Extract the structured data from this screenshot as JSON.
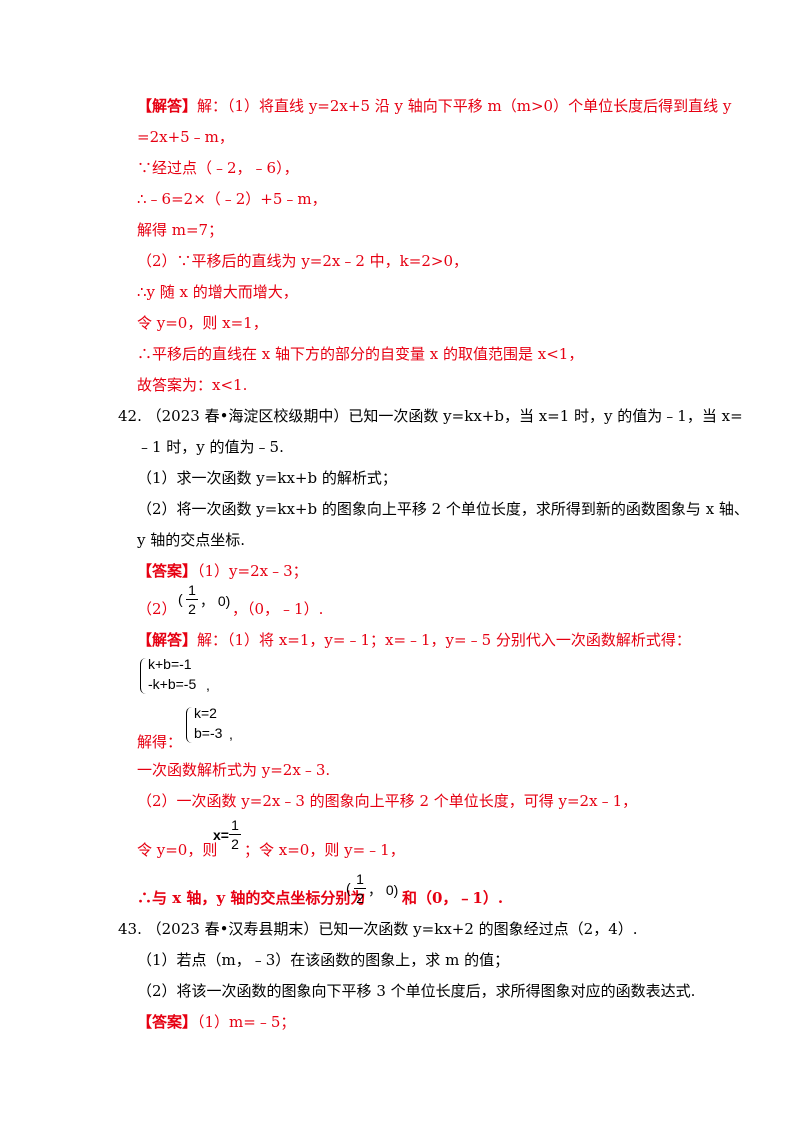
{
  "sol41": {
    "l1_tag": "【解答】",
    "l1_text": "解：（1）将直线 y=2x+5 沿 y 轴向下平移 m（m>0）个单位长度后得到直线 y",
    "l2": "=2x+5﹣m，",
    "l3": "∵经过点（﹣2，﹣6），",
    "l4": "∴﹣6=2×（﹣2）+5﹣m，",
    "l5": "解得 m=7；",
    "l6": "（2）∵平移后的直线为 y=2x﹣2 中，k=2>0，",
    "l7": "∴y 随 x 的增大而增大，",
    "l8": "令 y=0，则 x=1，",
    "l9": "∴平移后的直线在 x 轴下方的部分的自变量 x 的取值范围是 x<1，",
    "l10": "故答案为：x<1."
  },
  "q42": {
    "l1": "42. （2023 春•海淀区校级期中）已知一次函数 y=kx+b，当 x=1 时，y 的值为﹣1，当 x=",
    "l2": "﹣1 时，y 的值为﹣5.",
    "l3": "（1）求一次函数 y=kx+b 的解析式；",
    "l4": "（2）将一次函数 y=kx+b 的图象向上平移 2 个单位长度，求所得到新的函数图象与 x 轴、",
    "l5": "y 轴的交点坐标.",
    "ans_tag": "【答案】",
    "ans_text": "（1）y=2x﹣3；",
    "ans2_pre": "（2）",
    "ans2_point_l": "(",
    "ans2_frac_num": "1",
    "ans2_frac_den": "2",
    "ans2_point_r": "， 0)",
    "ans2_post": "，（0，﹣1）.",
    "sol_tag": "【解答】",
    "sol_l1": "解：（1）将 x=1，y=﹣1；x=﹣1，y=﹣5 分别代入一次函数解析式得：",
    "sys1_a": "k+b=-1",
    "sys1_b": "-k+b=-5",
    "sys1_end": ",",
    "solve_label": "解得：",
    "sys2_a": "k=2",
    "sys2_b": "b=-3",
    "sys2_end": ",",
    "sol_l3": "一次函数解析式为 y=2x﹣3.",
    "sol_l4": "（2）一次函数 y=2x﹣3 的图象向上平移 2 个单位长度，可得 y=2x﹣1，",
    "sol_l5_pre": "令 y=0，则",
    "sol_l5_x": "x=",
    "sol_l5_num": "1",
    "sol_l5_den": "2",
    "sol_l5_post": "；令 x=0，则 y=﹣1，",
    "sol_l6_pre": "∴与 x 轴，y 轴的交点坐标分别为",
    "sol_l6_point_l": "(",
    "sol_l6_num": "1",
    "sol_l6_den": "2",
    "sol_l6_point_r": "， 0)",
    "sol_l6_post": "和（0，﹣1）."
  },
  "q43": {
    "l1": "43. （2023 春•汉寿县期末）已知一次函数 y=kx+2 的图象经过点（2，4）.",
    "l2": "（1）若点（m，﹣3）在该函数的图象上，求 m 的值；",
    "l3": "（2）将该一次函数的图象向下平移 3 个单位长度后，求所得图象对应的函数表达式.",
    "ans_tag": "【答案】",
    "ans_text": "（1）m=﹣5；"
  },
  "colors": {
    "accent_red": "#e60012",
    "text": "#000000"
  }
}
